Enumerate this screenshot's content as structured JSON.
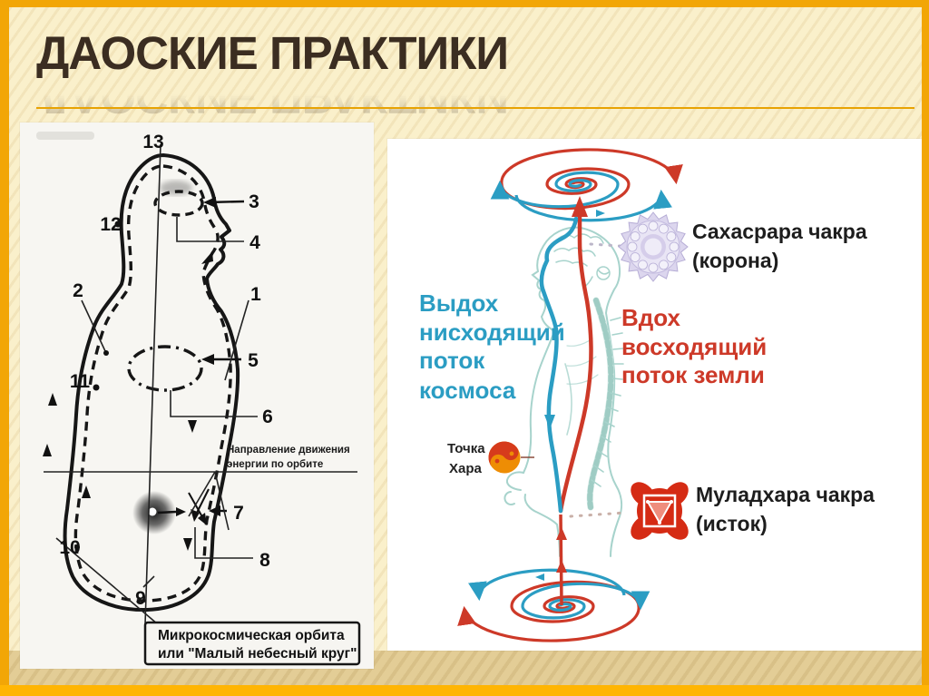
{
  "slide": {
    "title": "ДАОСКИЕ ПРАКТИКИ",
    "colors": {
      "frame_gold": "#F2A606",
      "bottom_strip_gold": "#FFB503",
      "background_cream": "#FAF0CB",
      "bottom_band_tan": "#E3CD96",
      "title_brown": "#3B2D21",
      "separator_gold": "#E8A303",
      "flow_blue": "#2B9DC3",
      "flow_red": "#CD3928",
      "body_sketch_teal": "#A7D3CC",
      "diagram_ink": "#161616",
      "sahasrara_lavender": "#D9D3EC",
      "muladhara_red": "#D52B14",
      "hara_orange": "#EE8D04",
      "hara_red": "#D63B1C"
    }
  },
  "left_diagram": {
    "numbers": [
      "1",
      "2",
      "3",
      "4",
      "5",
      "6",
      "7",
      "8",
      "9",
      "10",
      "11",
      "12",
      "13"
    ],
    "direction_label": [
      "Направление движения",
      "энергии по орбите"
    ],
    "caption": [
      "Микрокосмическая орбита",
      "или \"Малый небесный круг\""
    ]
  },
  "right_diagram": {
    "exhale": [
      "Выдох",
      "нисходящий",
      "поток",
      "космоса"
    ],
    "inhale": [
      "Вдох",
      "восходящий",
      "поток земли"
    ],
    "sahasrara": [
      "Сахасрара чакра",
      "(корона)"
    ],
    "muladhara": [
      "Муладхара чакра",
      "(исток)"
    ],
    "hara": [
      "Точка",
      "Хара"
    ]
  }
}
